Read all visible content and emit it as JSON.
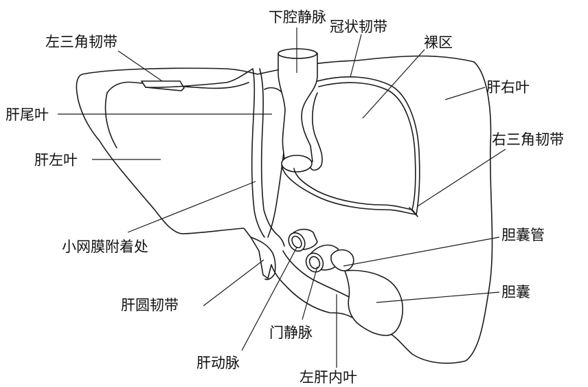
{
  "labels": {
    "inferior_vena_cava": "下腔静脉",
    "coronary_ligament": "冠状韧带",
    "left_triangular_ligament": "左三角韧带",
    "bare_area": "裸区",
    "caudate_lobe": "肝尾叶",
    "right_lobe": "肝右叶",
    "left_lobe": "肝左叶",
    "right_triangular_ligament": "右三角韧带",
    "lesser_omentum_attachment": "小网膜附着处",
    "cystic_duct": "胆囊管",
    "round_ligament": "肝圆韧带",
    "gallbladder": "胆囊",
    "portal_vein": "门静脉",
    "hepatic_artery": "肝动脉",
    "quadrate_lobe": "左肝内叶"
  }
}
